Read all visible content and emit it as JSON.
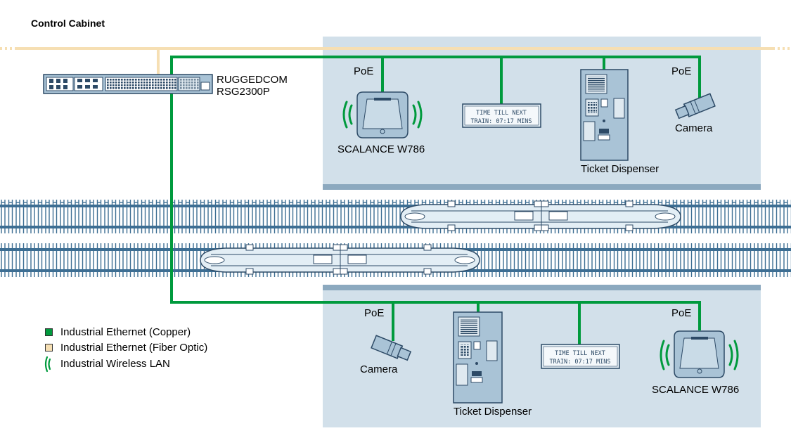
{
  "title": "Control Cabinet",
  "switch": {
    "line1": "RUGGEDCOM",
    "line2": "RSG2300P"
  },
  "poe_label": "PoE",
  "top_platform": {
    "ap_label": "SCALANCE W786",
    "display": {
      "line1": "TIME TILL NEXT",
      "line2": "TRAIN: 07:17 MINS"
    },
    "ticket_label": "Ticket Dispenser",
    "camera_label": "Camera"
  },
  "bottom_platform": {
    "camera_label": "Camera",
    "ticket_label": "Ticket Dispenser",
    "display": {
      "line1": "TIME TILL NEXT",
      "line2": "TRAIN: 07:17 MINS"
    },
    "ap_label": "SCALANCE W786"
  },
  "legend": [
    {
      "label": "Industrial Ethernet (Copper)",
      "color": "#009a3d",
      "kind": "swatch"
    },
    {
      "label": "Industrial Ethernet (Fiber Optic)",
      "color": "#f6dfb3",
      "kind": "swatch"
    },
    {
      "label": "Industrial Wireless LAN",
      "color": "#009a3d",
      "kind": "wireless-icon"
    }
  ],
  "colors": {
    "copper": "#009a3d",
    "fiber": "#f6dfb3",
    "platform": "#d2e0ea",
    "platform_edge": "#7f9db3",
    "device": "#a9c3d6",
    "device_stroke": "#2d4a66",
    "track": "#3d6e93"
  }
}
